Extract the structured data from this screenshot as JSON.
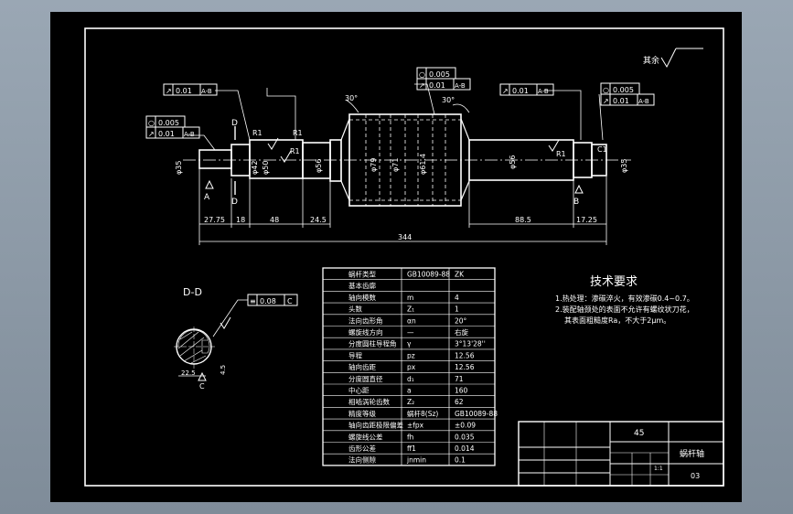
{
  "colors": {
    "background": "#000000",
    "line": "#ffffff",
    "viewport": "#8e9ba9"
  },
  "top_roughness": "其余",
  "dimensions": {
    "d1": "27.75",
    "d2": "18",
    "d3": "48",
    "d4": "24.5",
    "d5": "88.5",
    "d6": "17.25",
    "total": "344"
  },
  "angles": {
    "left": "30°",
    "right": "30°"
  },
  "diameters": {
    "a": "φ35",
    "b": "φ42",
    "c": "φ50",
    "d": "φ56",
    "e": "φ79",
    "f": "φ71",
    "g": "φ61.4",
    "h": "φ56",
    "i": "φ35"
  },
  "markers": {
    "d_top": "D",
    "d_bottom": "D",
    "datum_a": "A",
    "datum_b": "B"
  },
  "roughness_labels": {
    "r1": "R1",
    "r2": "R1",
    "r3": "R1",
    "r4": "R1"
  },
  "chamfer": "C1",
  "tol_frames": {
    "f1": {
      "sym": "↗",
      "val": "0.01",
      "ref": "A-B"
    },
    "f2a": {
      "sym": "○",
      "val": "0.005",
      "ref": ""
    },
    "f2b": {
      "sym": "↗",
      "val": "0.01",
      "ref": "A-B"
    },
    "f3a": {
      "sym": "○",
      "val": "0.005",
      "ref": ""
    },
    "f3b": {
      "sym": "↗",
      "val": "0.01",
      "ref": "A-B"
    },
    "f4": {
      "sym": "↗",
      "val": "0.01",
      "ref": "A-B"
    },
    "f5a": {
      "sym": "○",
      "val": "0.005",
      "ref": ""
    },
    "f5b": {
      "sym": "↗",
      "val": "0.01",
      "ref": "A-B"
    },
    "f6": {
      "sym": "≡",
      "val": "0.08",
      "ref": "C"
    }
  },
  "section": {
    "title": "D-D",
    "dim_a": "22.5",
    "dim_b": "4.5",
    "label_c": "C"
  },
  "params_table": {
    "rows": [
      [
        "蜗杆类型",
        "GB10089-88",
        "ZK"
      ],
      [
        "基本齿廓",
        "",
        ""
      ],
      [
        "轴向模数",
        "m",
        "4"
      ],
      [
        "头数",
        "Z₁",
        "1"
      ],
      [
        "法向齿形角",
        "αn",
        "20°"
      ],
      [
        "螺旋线方向",
        "—",
        "右旋"
      ],
      [
        "分度圆柱导程角",
        "γ",
        "3°13'28''"
      ],
      [
        "导程",
        "pz",
        "12.56"
      ],
      [
        "轴向齿距",
        "px",
        "12.56"
      ],
      [
        "分度圆直径",
        "d₁",
        "71"
      ],
      [
        "中心距",
        "a",
        "160"
      ],
      [
        "相啮涡轮齿数",
        "Z₂",
        "62"
      ],
      [
        "精度等级",
        "蜗杆8(Sz)",
        "GB10089-88"
      ],
      [
        "轴向齿距极限偏差",
        "±fpx",
        "±0.09"
      ],
      [
        "螺旋线公差",
        "fh",
        "0.035"
      ],
      [
        "齿形公差",
        "ff1",
        "0.014"
      ],
      [
        "法向侧隙",
        "jnmin",
        "0.1"
      ]
    ]
  },
  "tech_requirements": {
    "title": "技术要求",
    "items": [
      "1.热处理：渗碳淬火，有效渗碳0.4~0.7。",
      "2.装配轴颈处的表面不允许有螺纹状刀花，",
      "其表面粗糙度Ra，不大于2μm。"
    ]
  },
  "title_block": {
    "material": "45",
    "part_name": "蜗杆轴",
    "drawing_no": "03",
    "scale": "1:1"
  }
}
